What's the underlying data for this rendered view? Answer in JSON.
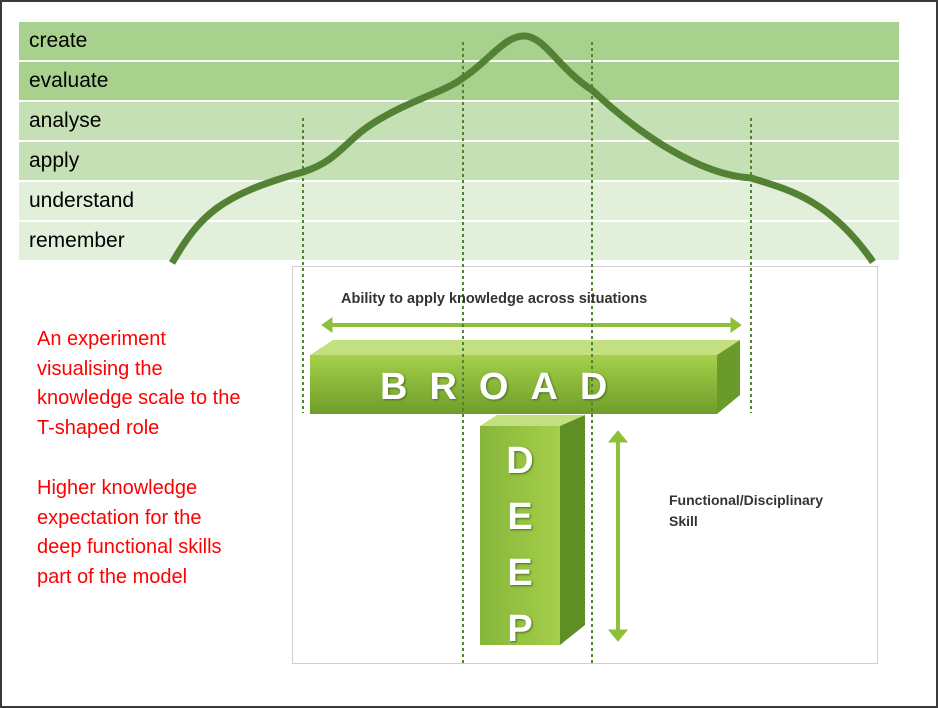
{
  "levels": [
    "create",
    "evaluate",
    "analyse",
    "apply",
    "understand",
    "remember"
  ],
  "t_model": {
    "broad_caption": "Ability to apply knowledge across situations",
    "broad_label": "BROAD",
    "deep_label": [
      "D",
      "E",
      "E",
      "P"
    ],
    "deep_caption_line1": "Functional/Disciplinary",
    "deep_caption_line2": "Skill"
  },
  "notes": {
    "note1": [
      "An experiment",
      "visualising the",
      "knowledge scale to the",
      "T-shaped role"
    ],
    "note2": [
      "Higher knowledge",
      "expectation for the",
      "deep functional skills",
      "part of the model"
    ]
  },
  "colors": {
    "band_high": "#a9d18e",
    "band_mid": "#c5e0b4",
    "band_low": "#e2efda",
    "curve": "#548235",
    "note": "#ff0000"
  }
}
